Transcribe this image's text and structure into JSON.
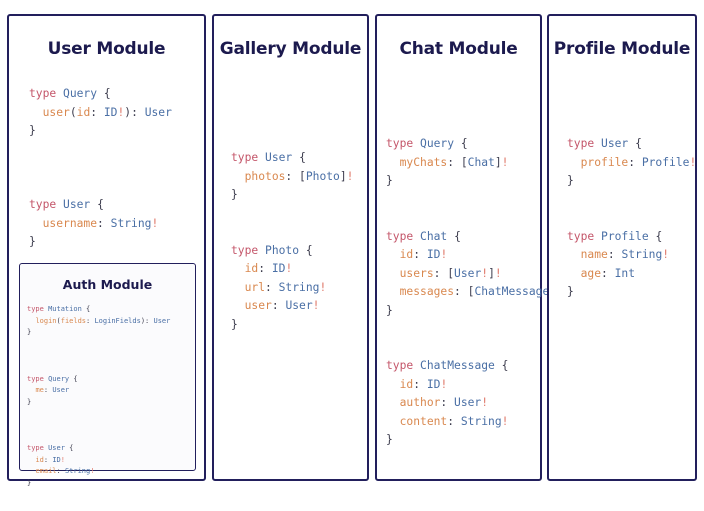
{
  "theme": {
    "page_background": "#ffffff",
    "card_border": "#221f5c",
    "title_color": "#1c1a4e",
    "nested_card_background": "#fbfbfd",
    "token_keyword": "#c4566a",
    "token_type": "#4a6fa5",
    "token_field": "#d9884f",
    "token_punctuation": "#3d3d4e",
    "token_bang": "#e07a6b"
  },
  "modules": {
    "user": {
      "title": "User Module",
      "code": {
        "l1_kw": "type",
        "l1_type": "Query",
        "l1_brace": "{",
        "l2_field": "user",
        "l2_open": "(",
        "l2_arg": "id",
        "l2_colon": ": ",
        "l2_argtype": "ID",
        "l2_bang": "!",
        "l2_close": "): ",
        "l2_ret": "User",
        "l3_brace": "}",
        "l5_kw": "type",
        "l5_type": "User",
        "l5_brace": "{",
        "l6_field": "username",
        "l6_colon": ": ",
        "l6_type": "String",
        "l6_bang": "!",
        "l7_brace": "}"
      }
    },
    "auth": {
      "title": "Auth Module",
      "code": {
        "l1_kw": "type",
        "l1_type": "Mutation",
        "l1_brace": "{",
        "l2_field": "login",
        "l2_open": "(",
        "l2_arg": "fields",
        "l2_colon": ": ",
        "l2_argtype": "LoginFields",
        "l2_close": "): ",
        "l2_ret": "User",
        "l3_brace": "}",
        "l5_kw": "type",
        "l5_type": "Query",
        "l5_brace": "{",
        "l6_field": "me",
        "l6_colon": ": ",
        "l6_type": "User",
        "l7_brace": "}",
        "l9_kw": "type",
        "l9_type": "User",
        "l9_brace": "{",
        "l10_field": "id",
        "l10_colon": ": ",
        "l10_type": "ID",
        "l10_bang": "!",
        "l11_field": "email",
        "l11_colon": ": ",
        "l11_type": "String",
        "l11_bang": "!",
        "l12_brace": "}"
      }
    },
    "gallery": {
      "title": "Gallery Module",
      "code": {
        "l1_kw": "type",
        "l1_type": "User",
        "l1_brace": "{",
        "l2_field": "photos",
        "l2_colon": ": ",
        "l2_ob": "[",
        "l2_type": "Photo",
        "l2_cb": "]",
        "l2_bang": "!",
        "l3_brace": "}",
        "l5_kw": "type",
        "l5_type": "Photo",
        "l5_brace": "{",
        "l6_field": "id",
        "l6_colon": ": ",
        "l6_type": "ID",
        "l6_bang": "!",
        "l7_field": "url",
        "l7_colon": ": ",
        "l7_type": "String",
        "l7_bang": "!",
        "l8_field": "user",
        "l8_colon": ": ",
        "l8_type": "User",
        "l8_bang": "!",
        "l9_brace": "}"
      }
    },
    "chat": {
      "title": "Chat Module",
      "code": {
        "l1_kw": "type",
        "l1_type": "Query",
        "l1_brace": "{",
        "l2_field": "myChats",
        "l2_colon": ": ",
        "l2_ob": "[",
        "l2_type": "Chat",
        "l2_cb": "]",
        "l2_bang": "!",
        "l3_brace": "}",
        "l5_kw": "type",
        "l5_type": "Chat",
        "l5_brace": "{",
        "l6_field": "id",
        "l6_colon": ": ",
        "l6_type": "ID",
        "l6_bang": "!",
        "l7_field": "users",
        "l7_colon": ": ",
        "l7_ob": "[",
        "l7_type": "User",
        "l7_bang1": "!",
        "l7_cb": "]",
        "l7_bang2": "!",
        "l8_field": "messages",
        "l8_colon": ": ",
        "l8_ob": "[",
        "l8_type": "ChatMessage",
        "l8_cb": "]",
        "l8_bang": "!",
        "l9_brace": "}",
        "l11_kw": "type",
        "l11_type": "ChatMessage",
        "l11_brace": "{",
        "l12_field": "id",
        "l12_colon": ": ",
        "l12_type": "ID",
        "l12_bang": "!",
        "l13_field": "author",
        "l13_colon": ": ",
        "l13_type": "User",
        "l13_bang": "!",
        "l14_field": "content",
        "l14_colon": ": ",
        "l14_type": "String",
        "l14_bang": "!",
        "l15_brace": "}"
      }
    },
    "profile": {
      "title": "Profile Module",
      "code": {
        "l1_kw": "type",
        "l1_type": "User",
        "l1_brace": "{",
        "l2_field": "profile",
        "l2_colon": ": ",
        "l2_type": "Profile",
        "l2_bang": "!",
        "l3_brace": "}",
        "l5_kw": "type",
        "l5_type": "Profile",
        "l5_brace": "{",
        "l6_field": "name",
        "l6_colon": ": ",
        "l6_type": "String",
        "l6_bang": "!",
        "l7_field": "age",
        "l7_colon": ": ",
        "l7_type": "Int",
        "l8_brace": "}"
      }
    }
  }
}
